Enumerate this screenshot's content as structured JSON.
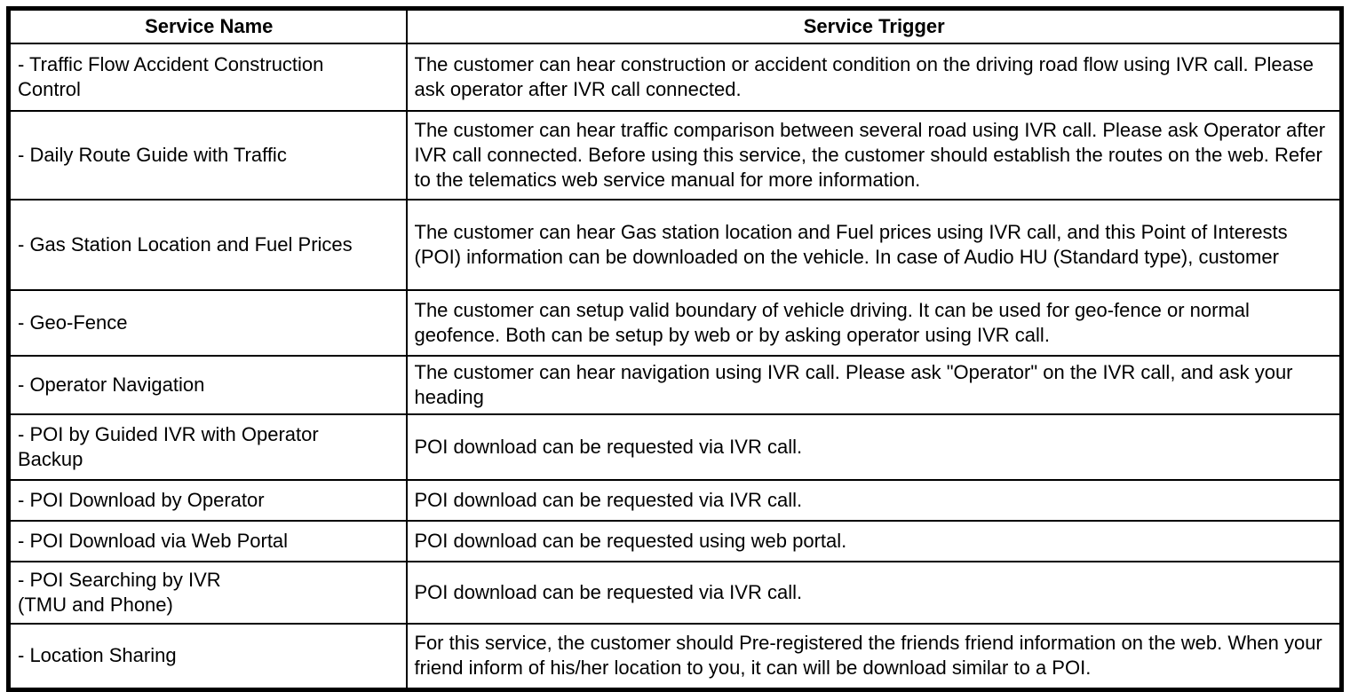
{
  "table": {
    "headers": {
      "service_name": "Service Name",
      "service_trigger": "Service Trigger"
    },
    "rows": [
      {
        "name": "- Traffic Flow Accident Construction\nControl",
        "trigger": "The customer can hear construction or accident condition on the driving road flow using IVR call. Please ask operator after IVR call connected."
      },
      {
        "name": "- Daily Route Guide with Traffic",
        "trigger": "The customer can hear traffic comparison between several road using IVR call. Please ask Operator after IVR call connected. Before using this service, the customer should establish the routes on the web. Refer to the telematics web service manual for more information."
      },
      {
        "name": "- Gas Station Location and Fuel Prices",
        "trigger": "The customer can hear Gas station location and Fuel prices using IVR call, and this Point of Interests (POI) information can be downloaded on the vehicle. In case of Audio HU (Standard type), customer"
      },
      {
        "name": "- Geo-Fence",
        "trigger": "The customer can setup valid boundary of vehicle driving. It can be used for geo-fence or normal geofence. Both can be setup by web or by asking operator using IVR call."
      },
      {
        "name": "- Operator Navigation",
        "trigger": "The customer can hear navigation using IVR call. Please ask \"Operator\" on the IVR call, and ask your heading"
      },
      {
        "name": "- POI by Guided IVR with Operator\nBackup",
        "trigger": "POI download can be requested via IVR call."
      },
      {
        "name": "- POI Download by Operator",
        "trigger": "POI download can be requested via IVR call."
      },
      {
        "name": "- POI Download via Web Portal",
        "trigger": "POI download can be requested using web portal."
      },
      {
        "name": "- POI Searching by IVR\n(TMU and Phone)",
        "trigger": "POI download can be requested via IVR call."
      },
      {
        "name": "- Location Sharing",
        "trigger": "For this service, the customer should Pre-registered the friends friend information on the web. When your friend inform of his/her location to you, it can will be download similar to a POI."
      }
    ]
  }
}
